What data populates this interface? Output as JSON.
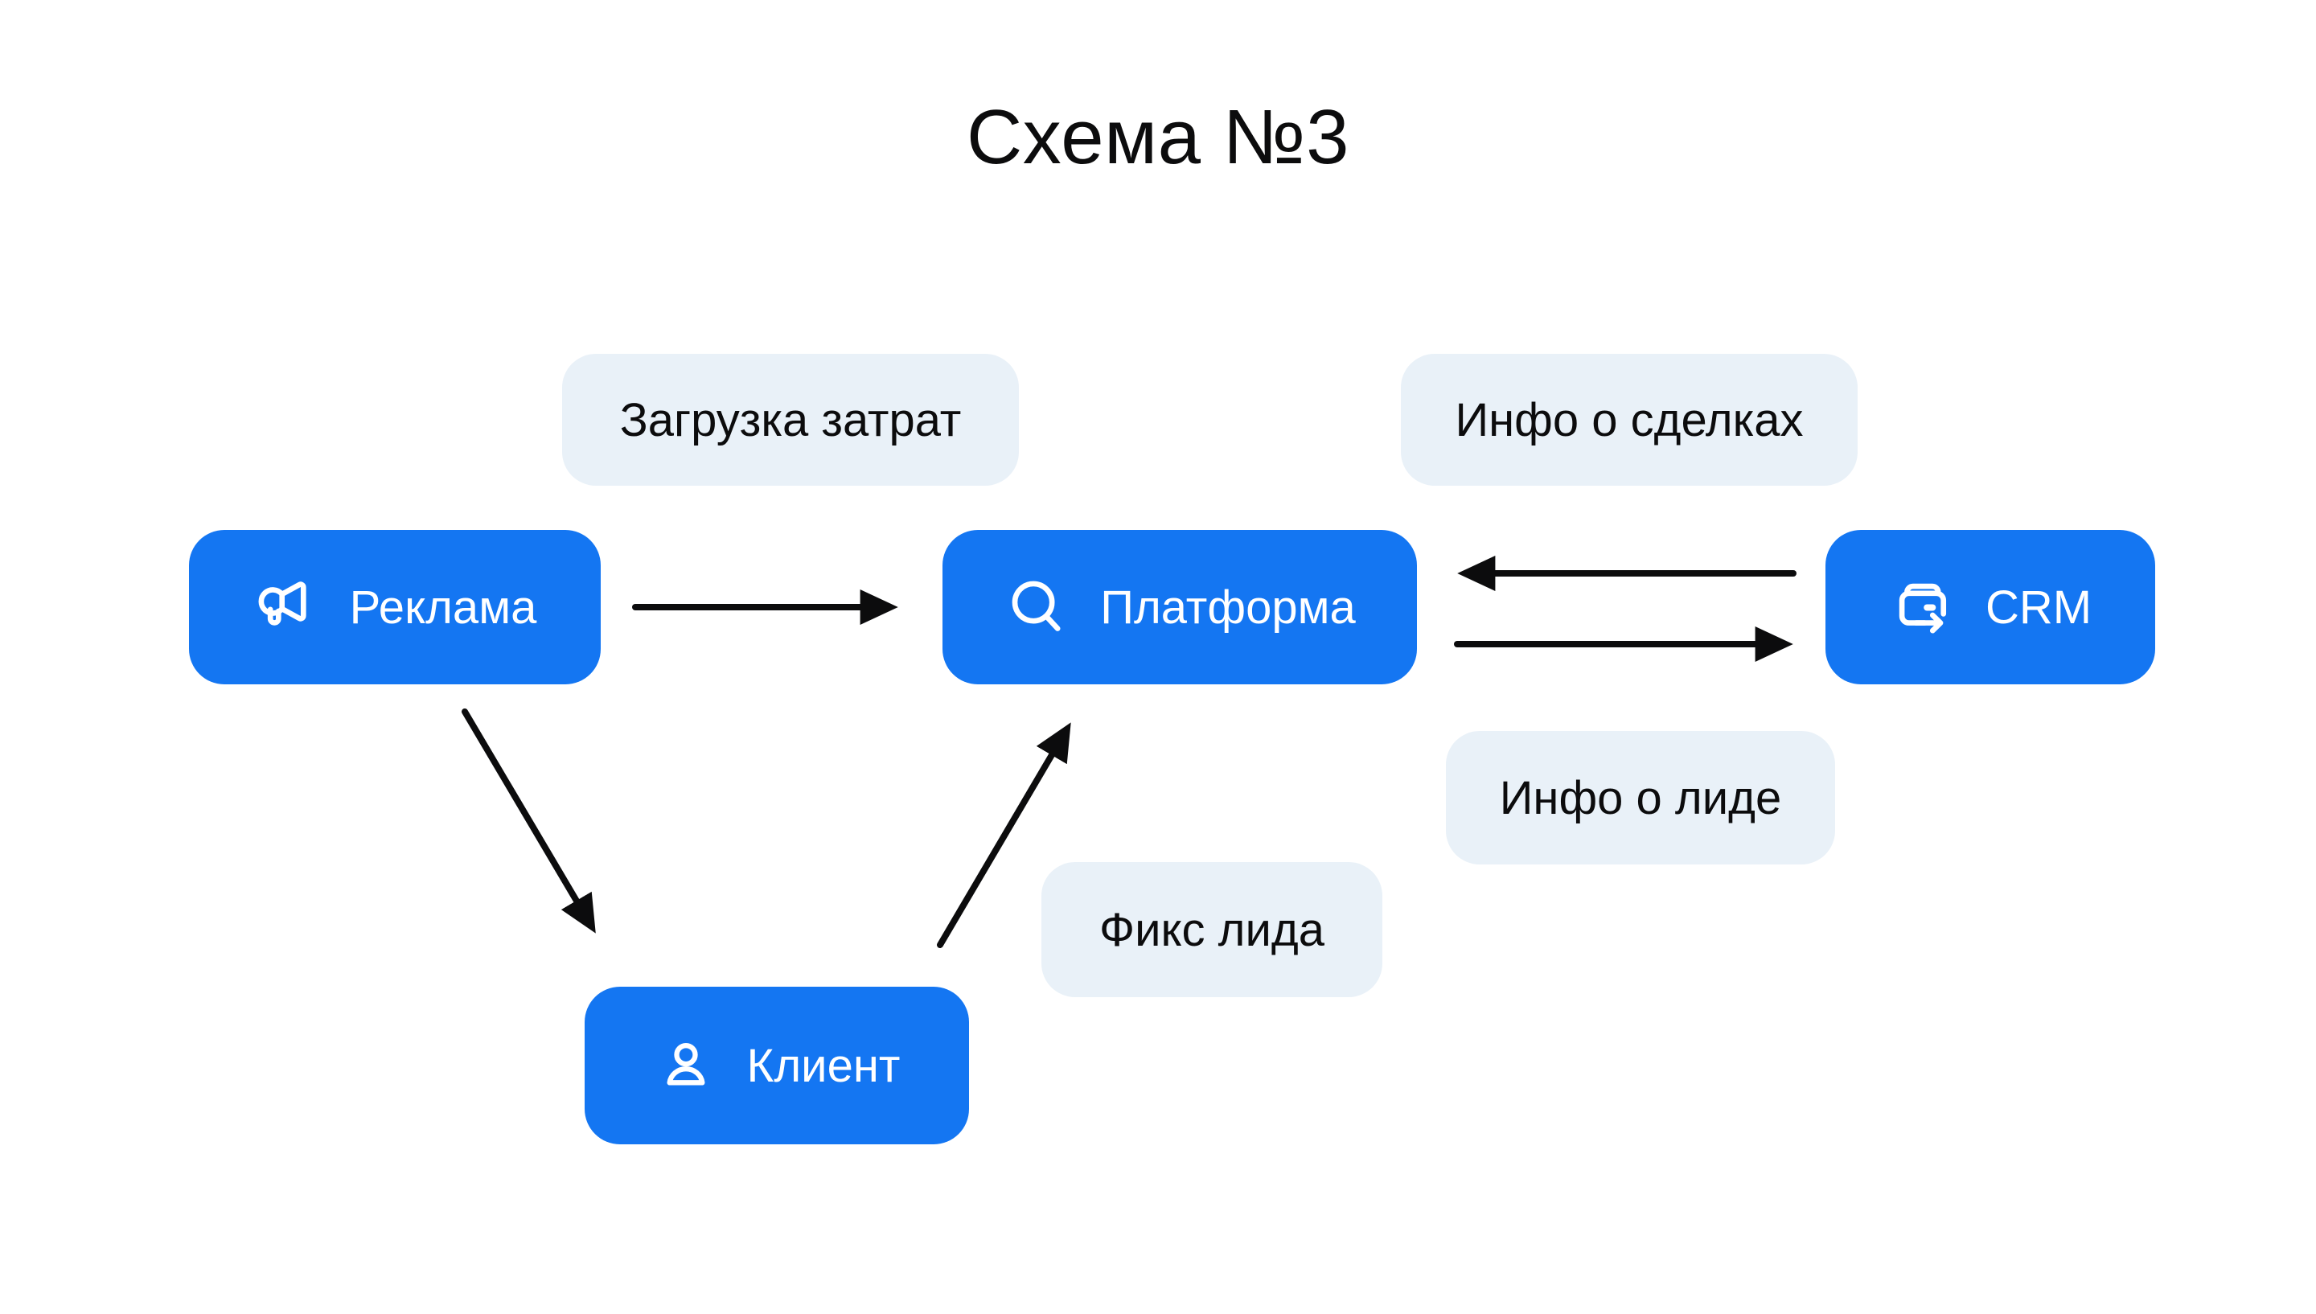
{
  "title": "Схема №3",
  "colors": {
    "primary": "#1476F2",
    "label_bg": "#E9F1F8",
    "ink": "#0C0C0D",
    "node_text": "#FFFFFF",
    "arrow": "#0C0C0D"
  },
  "nodes": [
    {
      "id": "reklama",
      "label": "Реклама",
      "icon": "megaphone-icon"
    },
    {
      "id": "platforma",
      "label": "Платформа",
      "icon": "search-icon"
    },
    {
      "id": "crm",
      "label": "CRM",
      "icon": "wallet-arrow-icon"
    },
    {
      "id": "klient",
      "label": "Клиент",
      "icon": "person-icon"
    }
  ],
  "labels": [
    {
      "id": "zagruzka-zatrat",
      "text": "Загрузка затрат"
    },
    {
      "id": "info-o-sdelkah",
      "text": "Инфо о сделках"
    },
    {
      "id": "info-o-lide",
      "text": "Инфо о лиде"
    },
    {
      "id": "fiks-lida",
      "text": "Фикс лида"
    }
  ],
  "edges": [
    {
      "from": "reklama",
      "to": "platforma",
      "direction": "right"
    },
    {
      "from": "crm",
      "to": "platforma",
      "direction": "left"
    },
    {
      "from": "platforma",
      "to": "crm",
      "direction": "right"
    },
    {
      "from": "reklama",
      "to": "klient",
      "direction": "down-right"
    },
    {
      "from": "klient",
      "to": "platforma",
      "direction": "up-right"
    }
  ]
}
